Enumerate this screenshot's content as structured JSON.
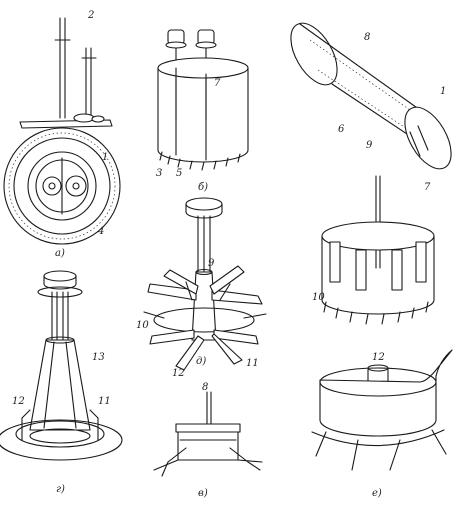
{
  "labels": {
    "panel_a": "а)",
    "panel_b": "б)",
    "panel_v": "в)",
    "panel_g": "г)",
    "panel_d": "д)",
    "panel_e": "е)",
    "num_1": "1",
    "num_2": "2",
    "num_3": "3",
    "num_4": "4",
    "num_5": "5",
    "num_6": "6",
    "num_7": "7",
    "num_8": "8",
    "num_9": "9",
    "num_10": "10",
    "num_11": "11",
    "num_12": "12",
    "num_13": "13"
  },
  "colors": {
    "ink": "#1a1a1a",
    "paper": "#ffffff"
  }
}
